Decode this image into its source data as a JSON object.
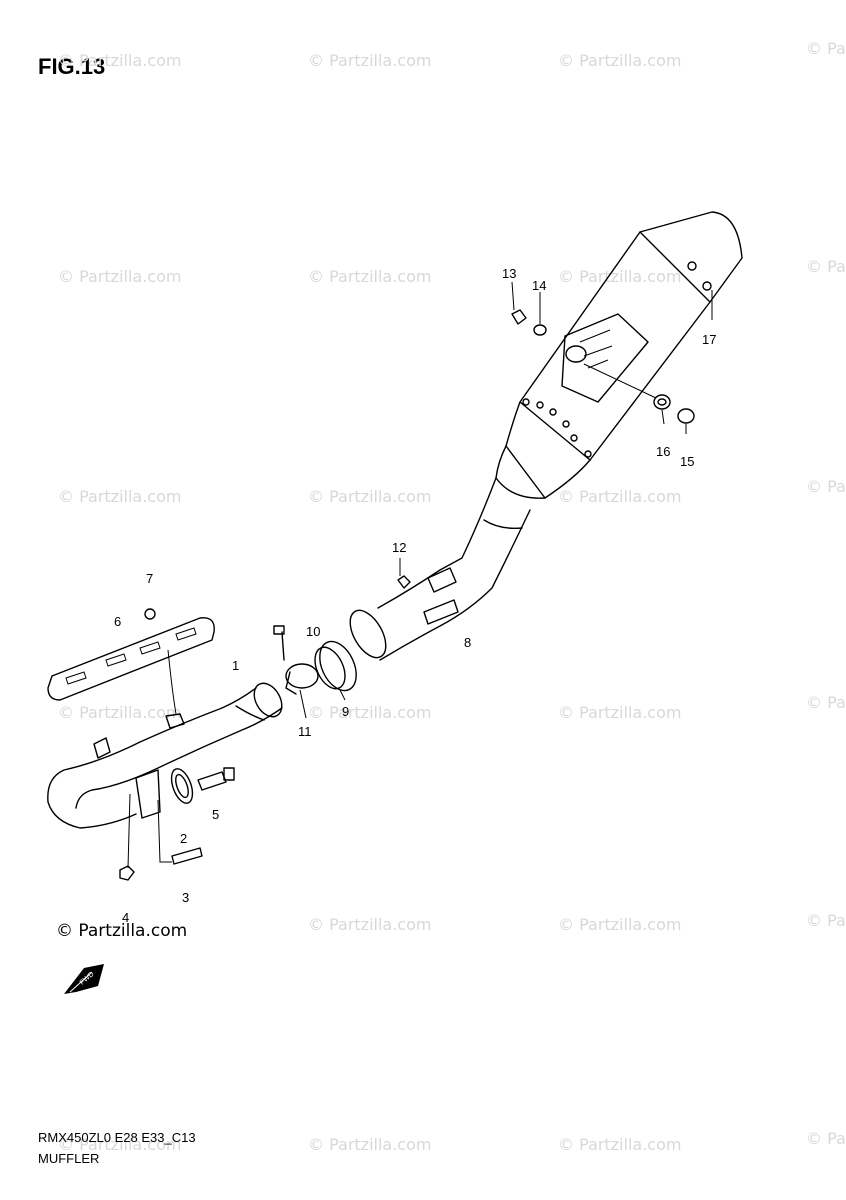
{
  "figure": {
    "title": "FIG.13"
  },
  "watermark": {
    "text": "© Partzilla.com"
  },
  "copyright": {
    "text": "© Partzilla.com"
  },
  "direction_arrow": {
    "label": "FWD"
  },
  "footer": {
    "model_code": "RMX450ZL0 E28 E33_C13",
    "section_name": "MUFFLER"
  },
  "callouts": [
    {
      "id": "1",
      "label": "1"
    },
    {
      "id": "2",
      "label": "2"
    },
    {
      "id": "3",
      "label": "3"
    },
    {
      "id": "4",
      "label": "4"
    },
    {
      "id": "5",
      "label": "5"
    },
    {
      "id": "6",
      "label": "6"
    },
    {
      "id": "7",
      "label": "7"
    },
    {
      "id": "8",
      "label": "8"
    },
    {
      "id": "9",
      "label": "9"
    },
    {
      "id": "10",
      "label": "10"
    },
    {
      "id": "11",
      "label": "11"
    },
    {
      "id": "12",
      "label": "12"
    },
    {
      "id": "13",
      "label": "13"
    },
    {
      "id": "14",
      "label": "14"
    },
    {
      "id": "15",
      "label": "15"
    },
    {
      "id": "16",
      "label": "16"
    },
    {
      "id": "17",
      "label": "17"
    }
  ]
}
